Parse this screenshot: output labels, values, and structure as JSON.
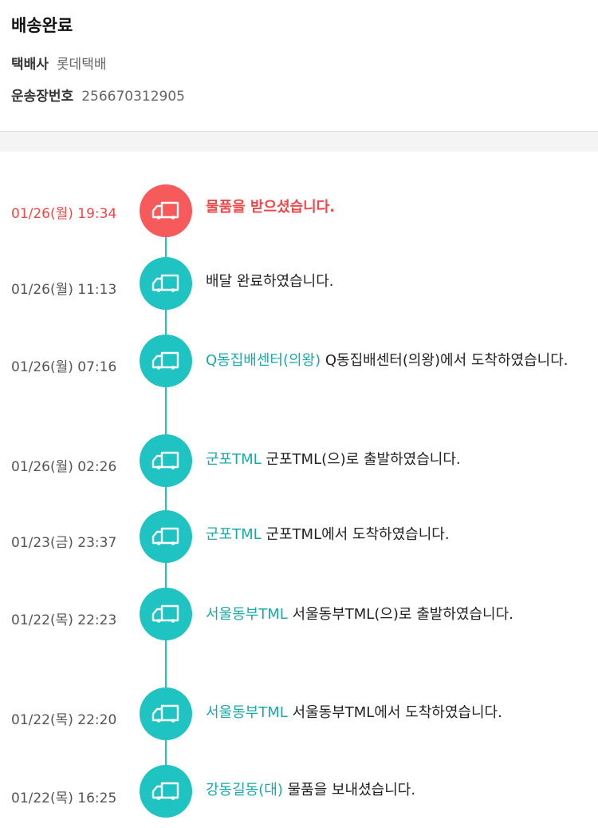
{
  "header": {
    "status": "배송완료",
    "courier_label": "택배사",
    "courier_value": "롯데택배",
    "tracking_label": "운송장번호",
    "tracking_value": "256670312905"
  },
  "colors": {
    "accent": "#1ec3c2",
    "highlight": "#f75a5a",
    "location_text": "#1aa9a8"
  },
  "events": [
    {
      "time": "01/26(월) 19:34",
      "location": "",
      "message": "물품을 받으셨습니다.",
      "highlight": true,
      "icon": "truck-icon"
    },
    {
      "time": "01/26(월) 11:13",
      "location": "",
      "message": "배달 완료하였습니다.",
      "highlight": false,
      "icon": "truck-icon"
    },
    {
      "time": "01/26(월) 07:16",
      "location": "Q동집배센터(의왕)",
      "message": "Q동집배센터(의왕)에서 도착하였습니다.",
      "highlight": false,
      "icon": "truck-icon"
    },
    {
      "time": "01/26(월) 02:26",
      "location": "군포TML",
      "message": "군포TML(으)로 출발하였습니다.",
      "highlight": false,
      "icon": "truck-icon"
    },
    {
      "time": "01/23(금) 23:37",
      "location": "군포TML",
      "message": "군포TML에서 도착하였습니다.",
      "highlight": false,
      "icon": "truck-icon"
    },
    {
      "time": "01/22(목) 22:23",
      "location": "서울동부TML",
      "message": "서울동부TML(으)로 출발하였습니다.",
      "highlight": false,
      "icon": "truck-icon"
    },
    {
      "time": "01/22(목) 22:20",
      "location": "서울동부TML",
      "message": "서울동부TML에서 도착하였습니다.",
      "highlight": false,
      "icon": "truck-icon"
    },
    {
      "time": "01/22(목) 16:25",
      "location": "강동길동(대)",
      "message": "물품을 보내셨습니다.",
      "highlight": false,
      "icon": "truck-icon"
    }
  ]
}
